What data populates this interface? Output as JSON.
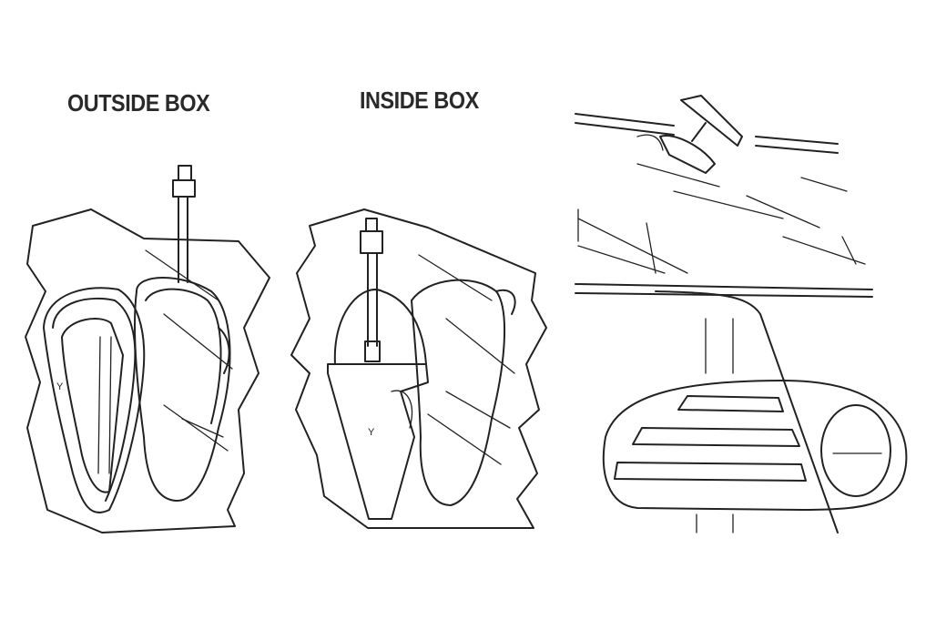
{
  "labels": {
    "outside_box": "OUTSIDE BOX",
    "inside_box": "INSIDE BOX"
  },
  "package_marks": {
    "outside": "Y",
    "inside": "Y"
  }
}
